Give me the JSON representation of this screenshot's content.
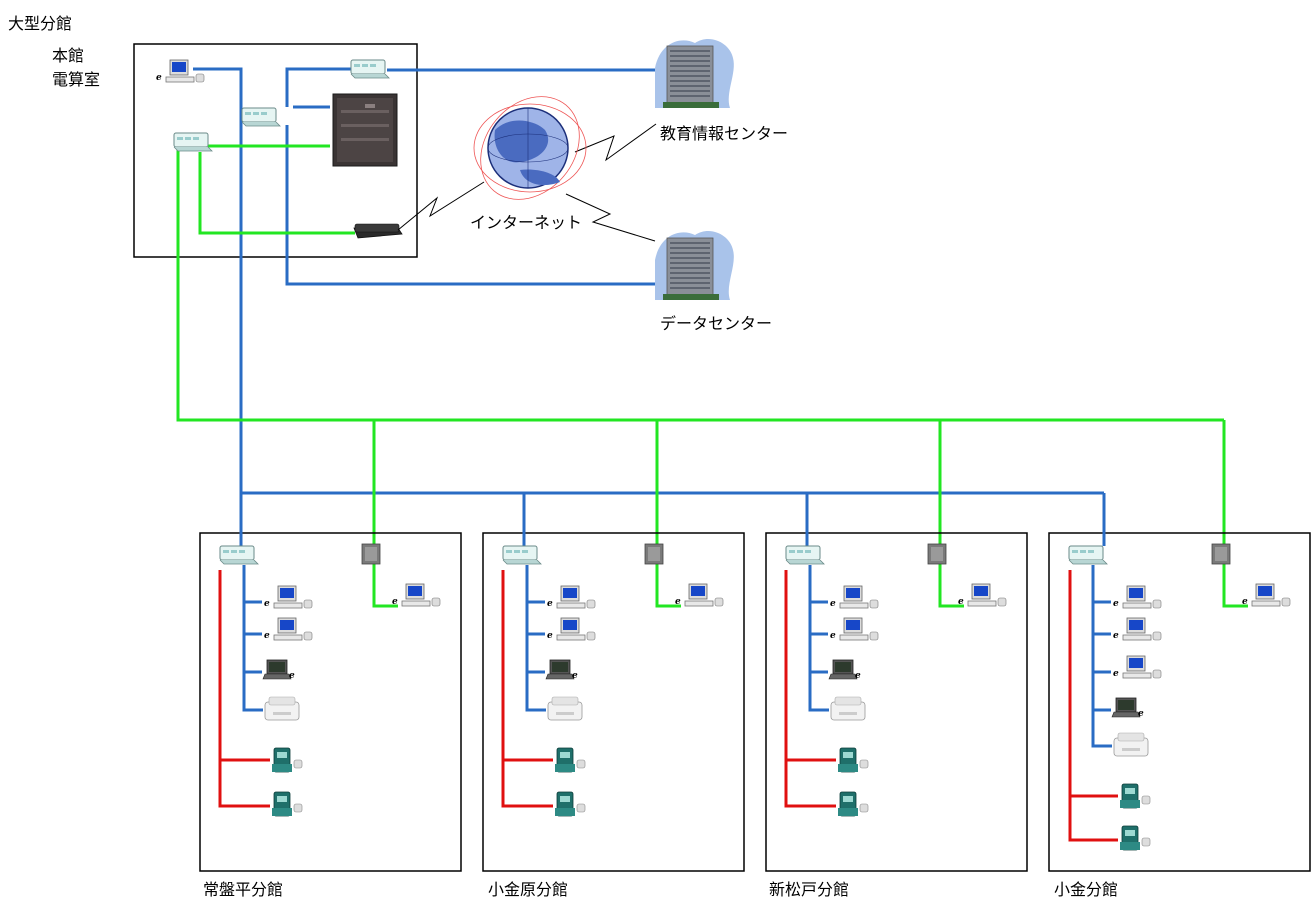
{
  "title": "大型分館",
  "main_office": {
    "label_line1": "本館",
    "label_line2": "電算室"
  },
  "internet_label": "インターネット",
  "edu_center_label": "教育情報センター",
  "data_center_label": "データセンター",
  "branches": [
    {
      "name": "常盤平分館",
      "pc_count": 2,
      "laptop_count": 1,
      "printer_count": 1,
      "receipt_count": 2
    },
    {
      "name": "小金原分館",
      "pc_count": 2,
      "laptop_count": 1,
      "printer_count": 1,
      "receipt_count": 2
    },
    {
      "name": "新松戸分館",
      "pc_count": 2,
      "laptop_count": 1,
      "printer_count": 1,
      "receipt_count": 2
    },
    {
      "name": "小金分館",
      "pc_count": 3,
      "laptop_count": 1,
      "printer_count": 1,
      "receipt_count": 2
    }
  ],
  "colors": {
    "blue_line": "#2a6cc4",
    "green_line": "#22e622",
    "red_line": "#e01010",
    "box_border": "#000000"
  }
}
